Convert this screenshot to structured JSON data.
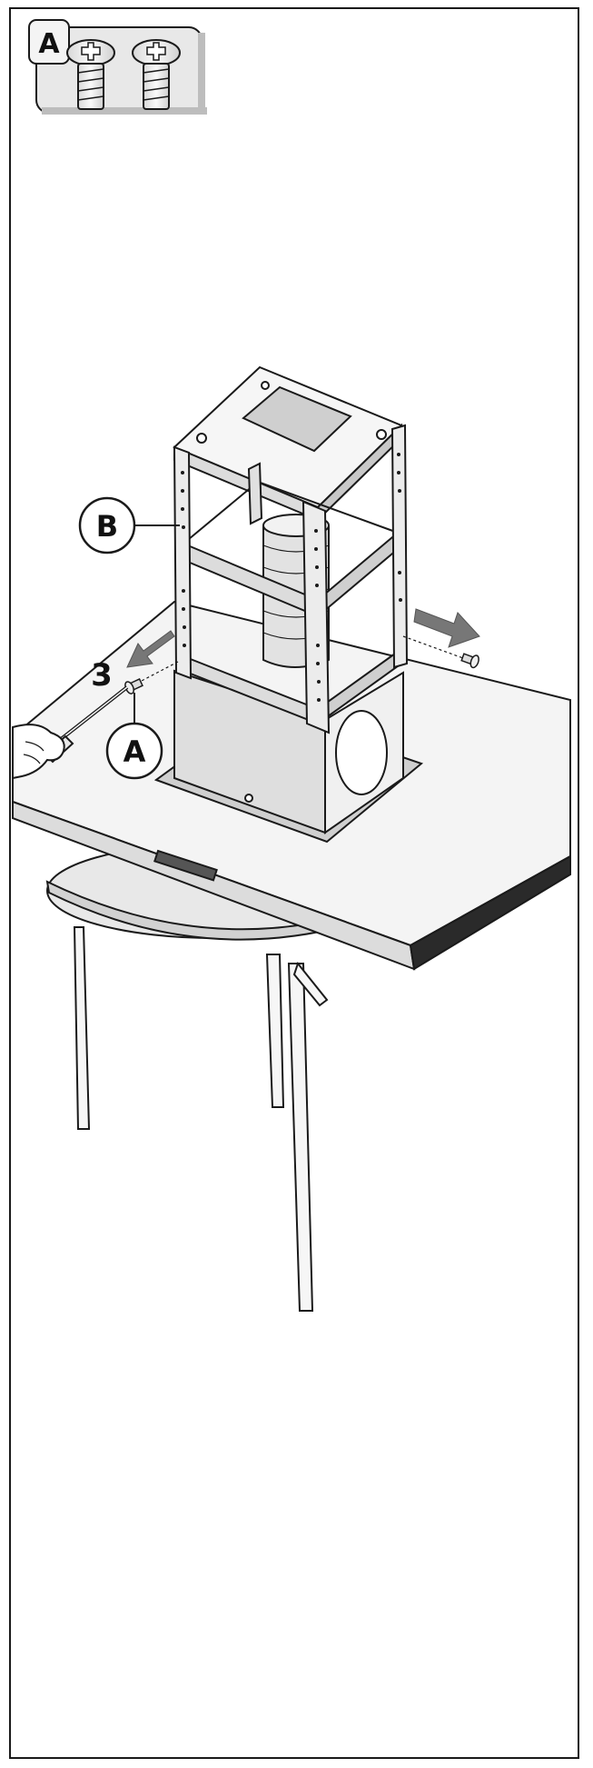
{
  "callouts": {
    "parts_box_letter": "A",
    "frame_label": "B",
    "screw_label": "A",
    "step_number": "3"
  },
  "colors": {
    "line": "#1a1a1a",
    "panel": "#e6e6e6",
    "panel_dark": "#cfcfcf",
    "metal": "#f2f2f2",
    "arrow": "#777777"
  },
  "icons": [
    "screw-icon",
    "arrow-left-icon",
    "arrow-right-icon",
    "screwdriver-icon",
    "hand-icon"
  ]
}
